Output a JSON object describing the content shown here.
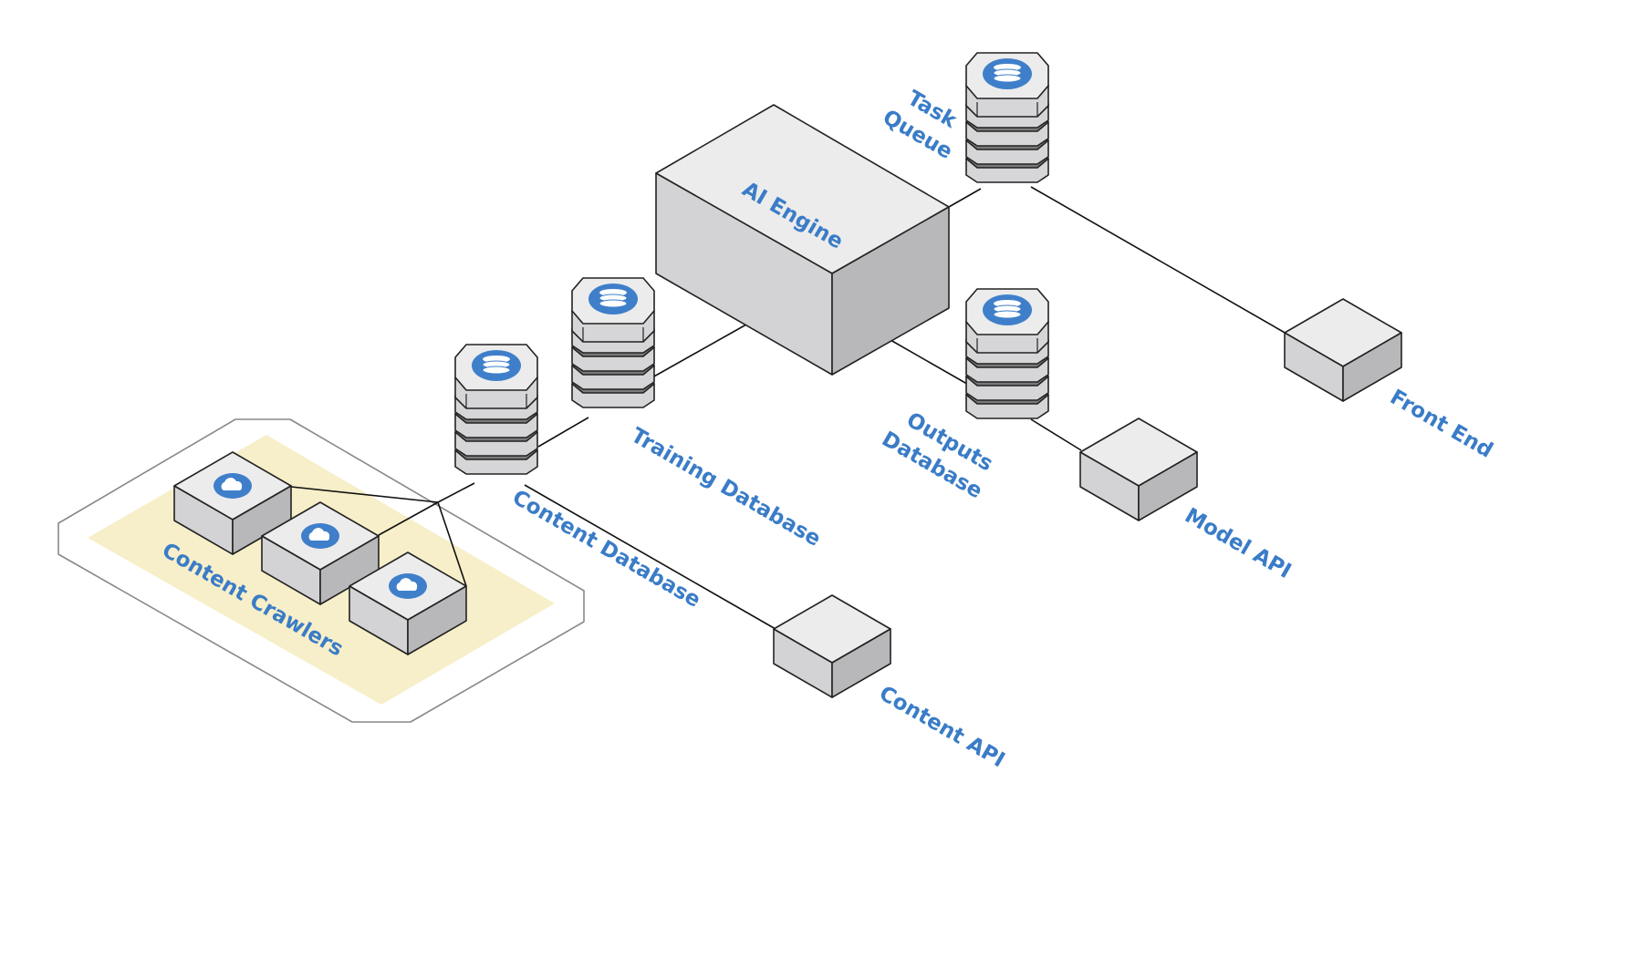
{
  "labels": {
    "ai_engine": "AI Engine",
    "task_queue_line1": "Task",
    "task_queue_line2": "Queue",
    "outputs_line1": "Outputs",
    "outputs_line2": "Database",
    "training_db": "Training Database",
    "content_db": "Content Database",
    "content_crawlers": "Content Crawlers",
    "front_end": "Front End",
    "model_api": "Model API",
    "content_api": "Content API"
  },
  "colors": {
    "label_blue": "#3a7cc7",
    "icon_blue": "#3f7fca",
    "zone_fill": "#f7efc9",
    "zone_border": "#888888",
    "box_top": "#ececec",
    "box_left": "#d3d3d5",
    "box_right": "#b8b8ba"
  },
  "icons": {
    "database": "database-icon",
    "crawler": "cloud-icon"
  }
}
